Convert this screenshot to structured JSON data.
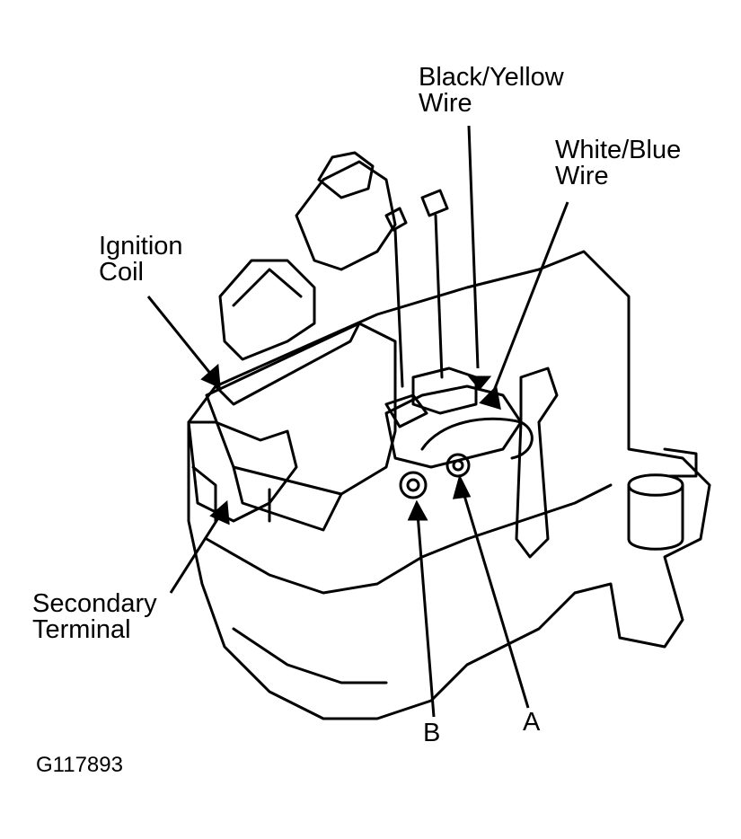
{
  "labels": {
    "black_yellow_wire": [
      "Black/Yellow",
      "Wire"
    ],
    "white_blue_wire": [
      "White/Blue",
      "Wire"
    ],
    "ignition_coil": [
      "Ignition",
      "Coil"
    ],
    "secondary_terminal": [
      "Secondary",
      "Terminal"
    ],
    "point_b": "B",
    "point_a": "A"
  },
  "figure_id": "G117893"
}
